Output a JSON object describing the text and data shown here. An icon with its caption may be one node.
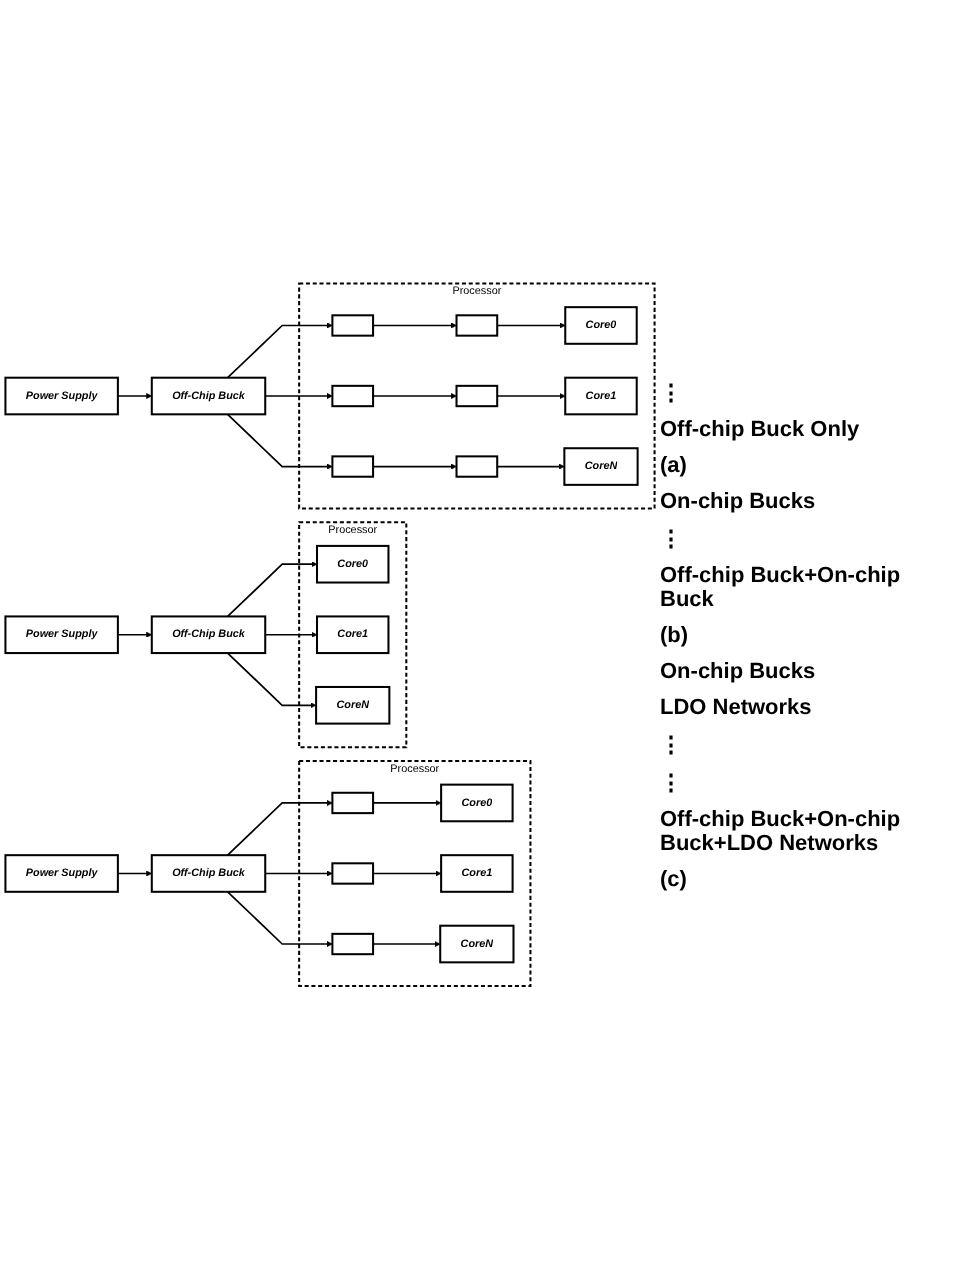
{
  "diagram": {
    "nodes": [
      {
        "text": [
          "Power Supply"
        ]
      },
      {
        "text": [
          "Off-Chip Buck"
        ]
      },
      {
        "text": [
          "Processor"
        ]
      },
      {
        "text": [
          "Core0"
        ],
        "in": 2
      },
      {
        "text": [
          "Core1"
        ],
        "in": 2
      },
      {
        "text": [
          "CoreN"
        ],
        "in": 2
      },
      {
        "text": [
          "Power Supply"
        ]
      },
      {
        "text": [
          "Off-Chip Buck"
        ]
      },
      {
        "text": [
          "Processor"
        ]
      },
      {
        "text": [],
        "shape": "box",
        "in": 8
      },
      {
        "text": [],
        "shape": "box",
        "in": 8
      },
      {
        "text": [],
        "shape": "box",
        "in": 8
      },
      {
        "text": [
          "Core0"
        ],
        "in": 8
      },
      {
        "text": [
          "Core1"
        ],
        "in": 8
      },
      {
        "text": [
          "CoreN"
        ],
        "in": 8
      },
      {
        "text": [
          "Power Supply"
        ]
      },
      {
        "text": [
          "Off-Chip Buck"
        ]
      },
      {
        "text": [
          "Processor"
        ]
      },
      {
        "text": [],
        "shape": "box",
        "in": 17
      },
      {
        "text": [],
        "shape": "box",
        "in": 17
      },
      {
        "text": [],
        "shape": "box",
        "in": 17
      },
      {
        "text": [],
        "shape": "box",
        "in": 17
      },
      {
        "text": [],
        "shape": "box",
        "in": 17
      },
      {
        "text": [],
        "shape": "box",
        "in": 17
      },
      {
        "text": [
          "Core0"
        ],
        "in": 17
      },
      {
        "text": [
          "Core1"
        ],
        "in": 17
      },
      {
        "text": [
          "CoreN"
        ],
        "in": 17
      }
    ],
    "edges": [
      {
        "from": 0,
        "to": 1,
        "arrow": "to"
      },
      {
        "from": 1,
        "to": 3,
        "arrow": "to"
      },
      {
        "from": 1,
        "to": 4,
        "arrow": "to"
      },
      {
        "from": 1,
        "to": 5,
        "arrow": "to"
      },
      {
        "from": 6,
        "to": 7,
        "arrow": "to"
      },
      {
        "from": 7,
        "to": 9,
        "arrow": "to"
      },
      {
        "from": 7,
        "to": 10,
        "arrow": "to"
      },
      {
        "from": 7,
        "to": 11,
        "arrow": "to"
      },
      {
        "from": 9,
        "to": 12,
        "arrow": "to"
      },
      {
        "from": 10,
        "to": 13,
        "arrow": "to"
      },
      {
        "from": 11,
        "to": 14,
        "arrow": "to"
      },
      {
        "from": 15,
        "to": 16,
        "arrow": "to"
      },
      {
        "from": 16,
        "to": 18,
        "arrow": "to"
      },
      {
        "from": 16,
        "to": 19,
        "arrow": "to"
      },
      {
        "from": 16,
        "to": 20,
        "arrow": "to"
      },
      {
        "from": 18,
        "to": 21,
        "arrow": "to"
      },
      {
        "from": 19,
        "to": 22,
        "arrow": "to"
      },
      {
        "from": 20,
        "to": 23,
        "arrow": "to"
      },
      {
        "from": 21,
        "to": 24,
        "arrow": "to"
      },
      {
        "from": 22,
        "to": 25,
        "arrow": "to"
      },
      {
        "from": 23,
        "to": 26,
        "arrow": "to"
      }
    ],
    "labels": [
      "⋮",
      "Off-chip Buck Only",
      "(a)",
      "On-chip Bucks",
      "⋮",
      "Off-chip Buck+On-chip Buck",
      "(b)",
      "On-chip Bucks",
      "LDO Networks",
      "⋮",
      "⋮",
      "Off-chip Buck+On-chip Buck+LDO Networks",
      "(c)"
    ]
  }
}
